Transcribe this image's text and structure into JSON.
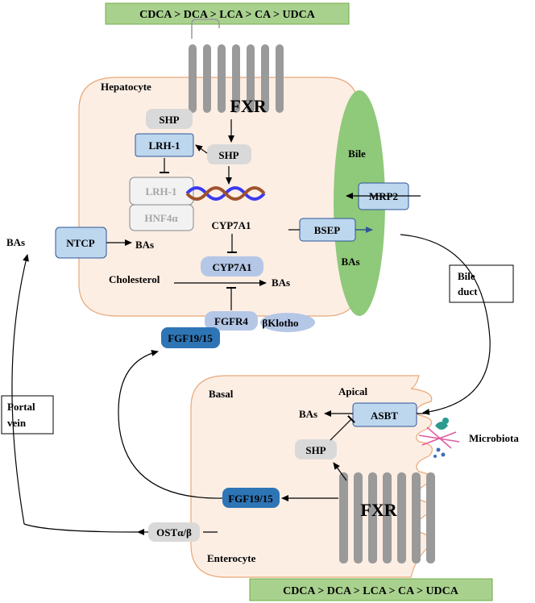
{
  "top_banner": "CDCA > DCA > LCA > CA > UDCA",
  "bottom_banner": "CDCA > DCA > LCA > CA > UDCA",
  "hepatocyte": {
    "label": "Hepatocyte",
    "fxr": "FXR",
    "shp_top": "SHP",
    "lrh1": "LRH-1",
    "shp_mid": "SHP",
    "lrh1_faded": "LRH-1",
    "hnf4a_faded": "HNF4α",
    "cyp7a1_gene": "CYP7A1",
    "cyp7a1_protein": "CYP7A1",
    "cholesterol": "Cholesterol",
    "bas_out": "BAs",
    "fgfr4": "FGFR4",
    "bklotho": "βKlotho"
  },
  "bile": {
    "label": "Bile",
    "mrp2": "MRP2",
    "bsep": "BSEP",
    "bas": "BAs"
  },
  "ntcp": "NTCP",
  "bas_left": "BAs",
  "bas_ntcp_right": "BAs",
  "fgf19_top": "FGF19/15",
  "bile_duct": {
    "line1": "Bile",
    "line2": "duct"
  },
  "portal_vein": {
    "line1": "Portal",
    "line2": "vein"
  },
  "enterocyte": {
    "basal": "Basal",
    "apical": "Apical",
    "label": "Enterocyte",
    "bas": "BAs",
    "asbt": "ASBT",
    "shp": "SHP",
    "fgf19": "FGF19/15",
    "fxr": "FXR",
    "ost": "OSTα/β"
  },
  "microbiota": "Microbiota",
  "colors": {
    "banner_fill": "#a9d18e",
    "banner_stroke": "#70ad47",
    "cell_fill": "#fdeee4",
    "cell_stroke": "#e8a878",
    "box_blue": "#bdd7ee",
    "box_dark_blue": "#2e75b6",
    "box_grey": "#d9d9d9",
    "oval_purple": "#b4c7e7",
    "bile_green": "#8fc97a",
    "receptor_grey": "#9a9a9a"
  }
}
